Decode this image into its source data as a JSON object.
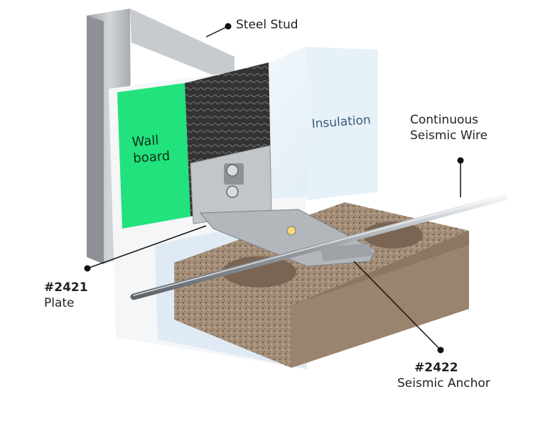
{
  "labels": {
    "steel_stud": "Steel Stud",
    "wire_line1": "Continuous",
    "wire_line2": "Seismic Wire",
    "wallboard_line1": "Wall",
    "wallboard_line2": "board",
    "insulation": "Insulation",
    "plate_code": "#2421",
    "plate_name": "Plate",
    "anchor_code": "#2422",
    "anchor_name": "Seismic Anchor"
  },
  "colors": {
    "wallboard": "#21e27c",
    "insulation": "#e6f1f8",
    "brick": "#a58e78",
    "steel": "#b9bcbf",
    "foil": "#3a3a3a",
    "leader": "#111111"
  }
}
